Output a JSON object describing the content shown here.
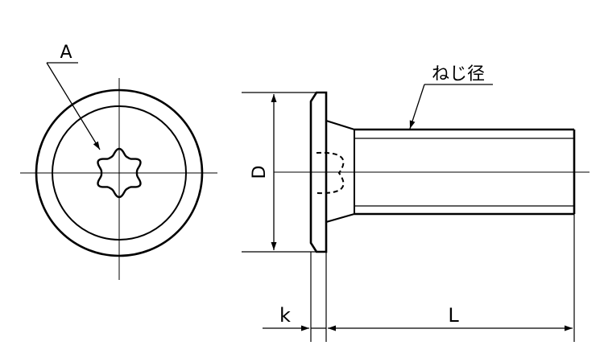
{
  "labels": {
    "drive_callout": "A",
    "thread_callout": "ねじ径",
    "head_diameter": "D",
    "head_height": "k",
    "length": "L"
  },
  "colors": {
    "line": "#000000",
    "background": "#ffffff"
  }
}
